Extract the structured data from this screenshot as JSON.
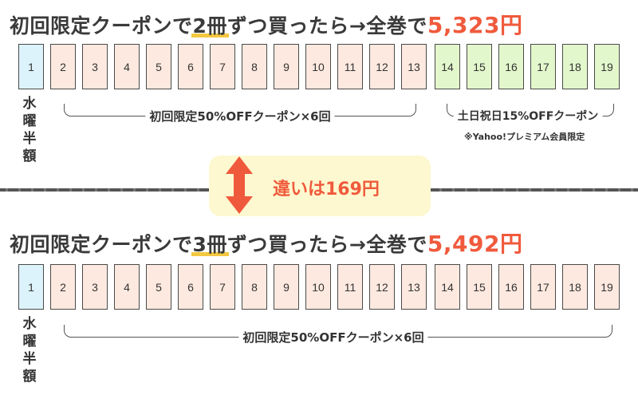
{
  "top": {
    "headline": {
      "pre": "初回限定クーポンで",
      "count": "2冊",
      "mid": "ずつ買ったら→全巻で",
      "price": "5,323円"
    },
    "volumes": [
      "1",
      "2",
      "3",
      "4",
      "5",
      "6",
      "7",
      "8",
      "9",
      "10",
      "11",
      "12",
      "13",
      "14",
      "15",
      "16",
      "17",
      "18",
      "19"
    ],
    "side_label": [
      "水",
      "曜",
      "半",
      "額"
    ],
    "coupon_label": "初回限定50%OFFクーポン×6回",
    "weekend_label": "土日祝日15%OFFクーポン",
    "note": "※Yahoo!プレミアム会員限定"
  },
  "difference": {
    "text": "違いは169円"
  },
  "bottom": {
    "headline": {
      "pre": "初回限定クーポンで",
      "count": "3冊",
      "mid": "ずつ買ったら→全巻で",
      "price": "5,492円"
    },
    "volumes": [
      "1",
      "2",
      "3",
      "4",
      "5",
      "6",
      "7",
      "8",
      "9",
      "10",
      "11",
      "12",
      "13",
      "14",
      "15",
      "16",
      "17",
      "18",
      "19"
    ],
    "side_label": [
      "水",
      "曜",
      "半",
      "額"
    ],
    "coupon_label": "初回限定50%OFFクーポン×6回"
  },
  "colors": {
    "accent_price": "#f05a3c",
    "half_price_volume": "#dcf3fb",
    "coupon_volume": "#fde9df",
    "weekend_volume": "#e3f7cc",
    "highlight_underline": "#f5c842",
    "difference_box": "#fdf8cf"
  },
  "icons": {
    "difference_arrow": "up-down-arrow-icon"
  }
}
